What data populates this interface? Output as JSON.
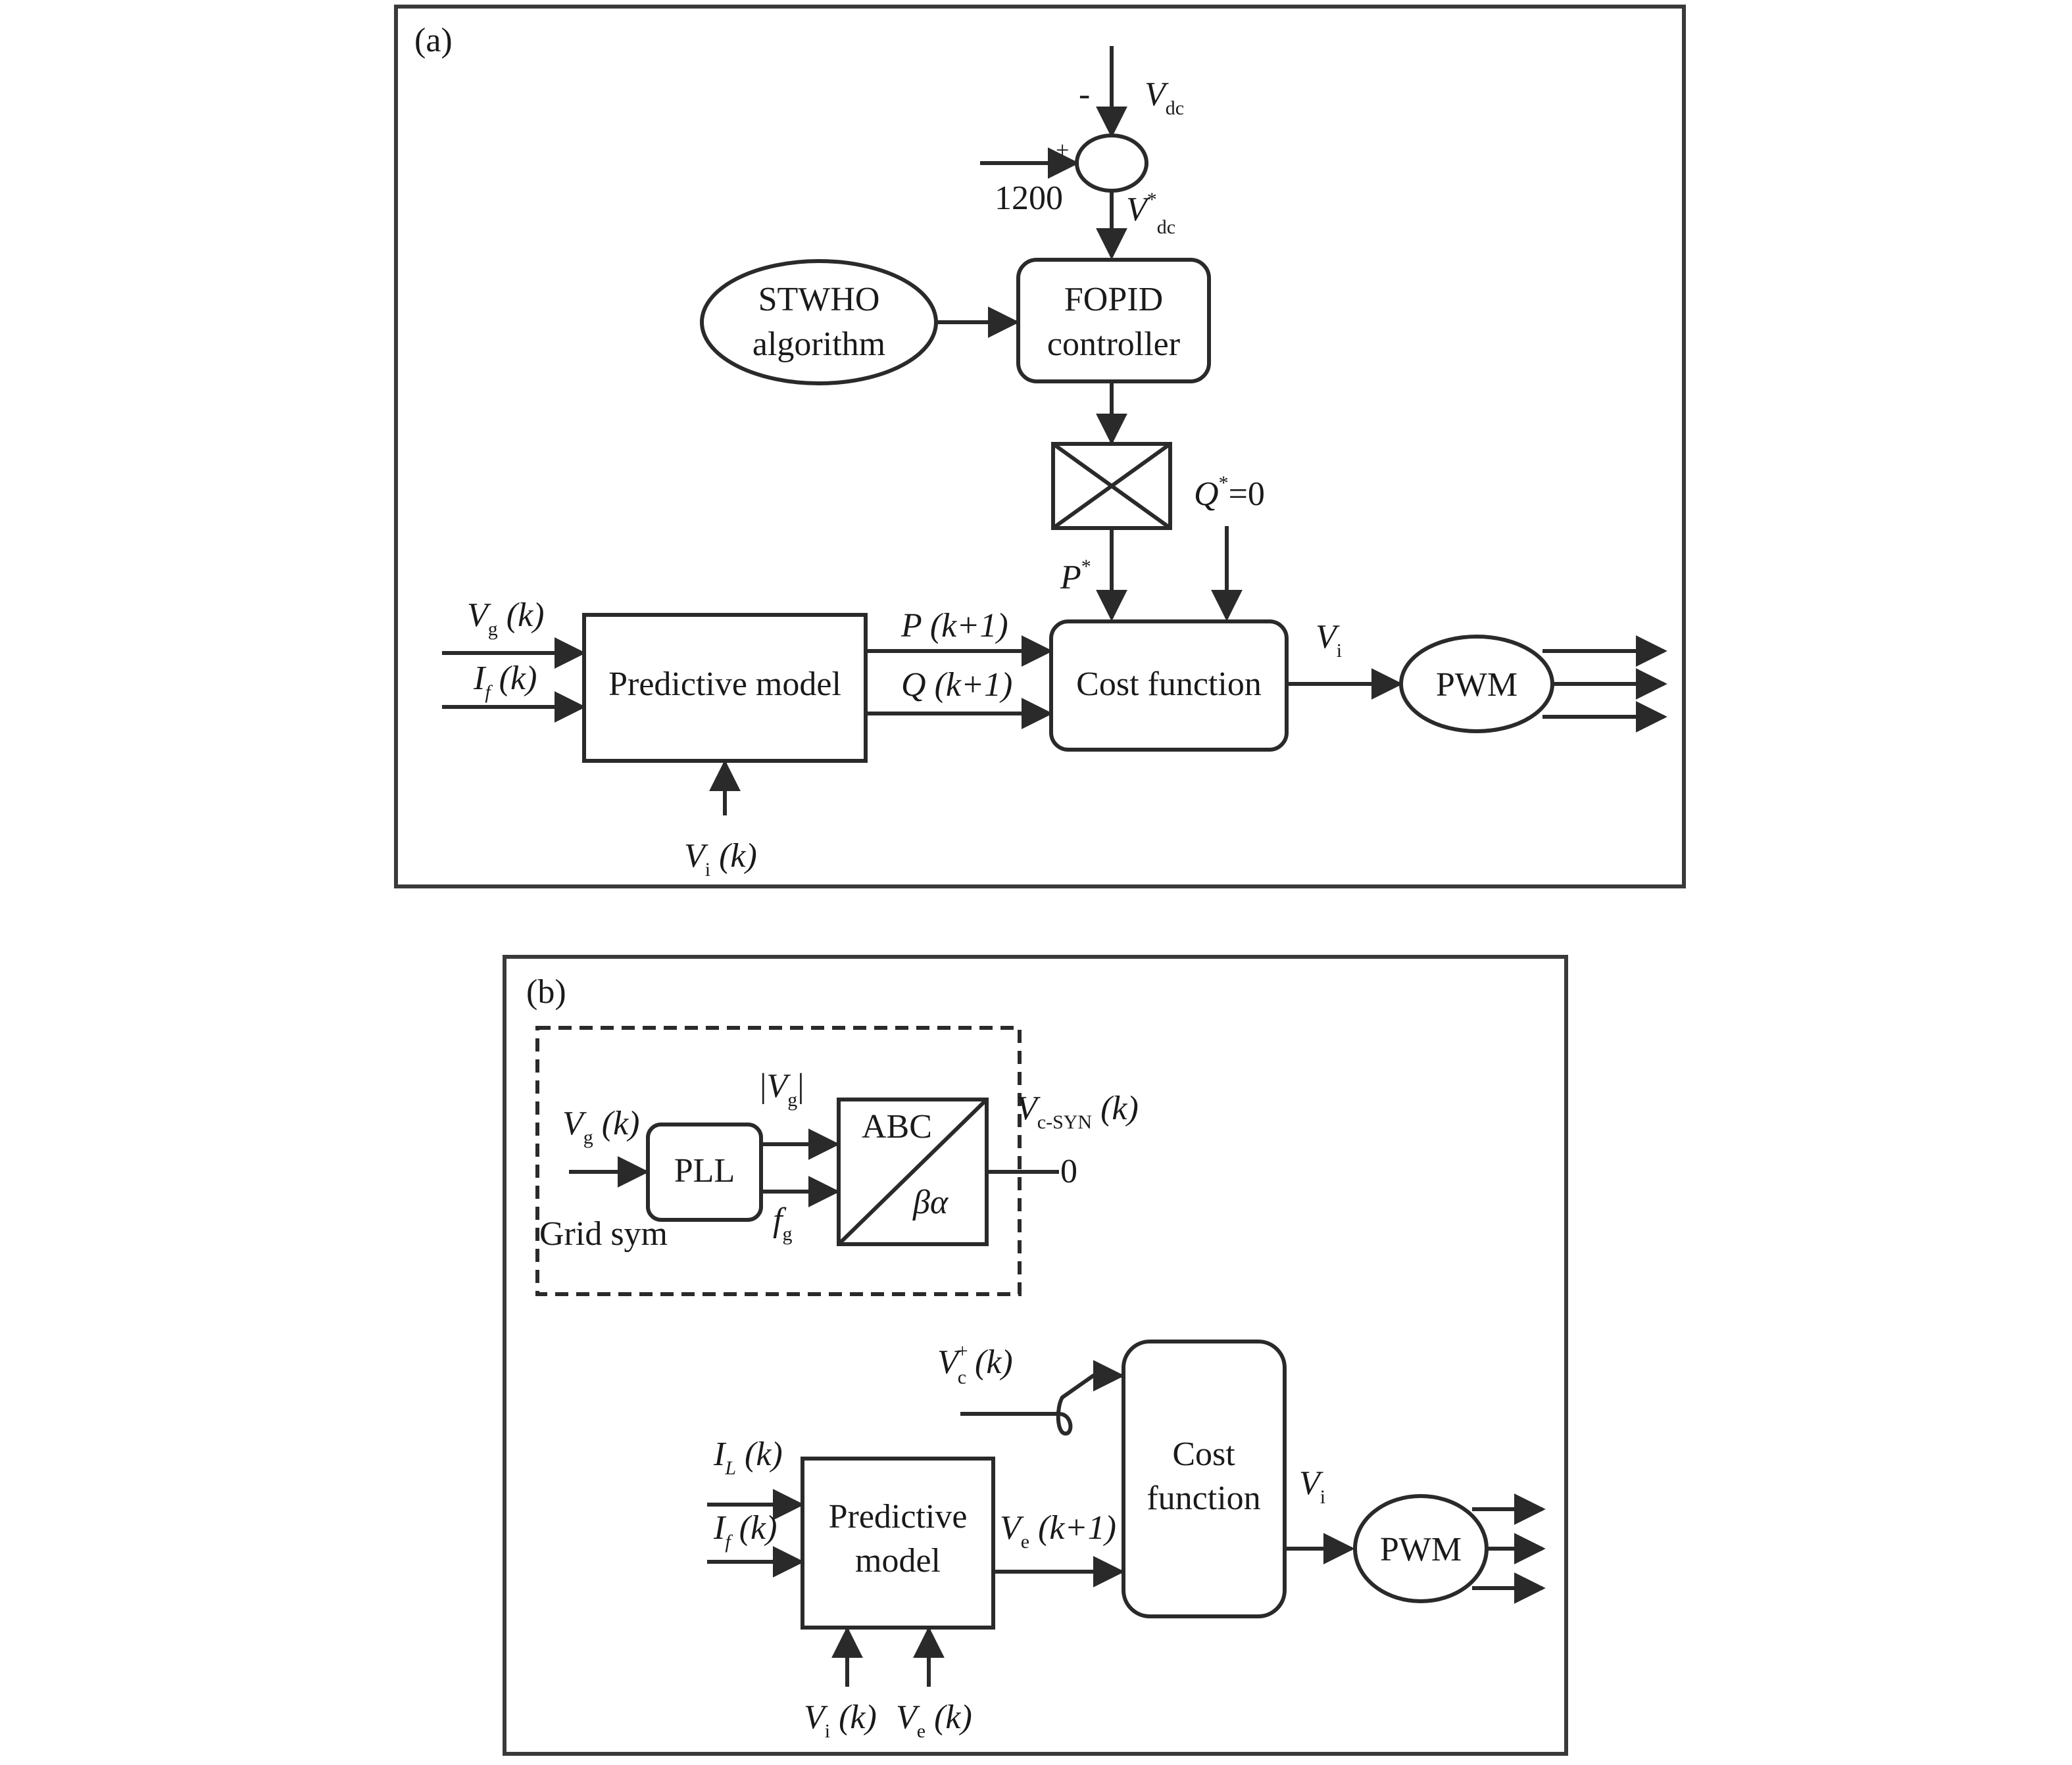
{
  "panel_a": {
    "label": "(a)",
    "vdc_sign": "-",
    "ref_sign": "+",
    "ref_value": "1200",
    "vdc": {
      "v": "V",
      "sub": "dc"
    },
    "vdc_ref": {
      "v": "V",
      "sup": "*",
      "sub": "dc"
    },
    "stwho": [
      "STWHO",
      "algorithm"
    ],
    "fopid": [
      "FOPID",
      "controller"
    ],
    "q_ref": {
      "q": "Q",
      "sup": "*",
      "rest": "=0"
    },
    "p_ref": {
      "p": "P",
      "sup": "*"
    },
    "in_vg": {
      "v": "V",
      "sub": "g",
      "rest": " (k)"
    },
    "in_if": {
      "v": "I",
      "sub": "f",
      "rest": " (k)"
    },
    "pred": "Predictive model",
    "vi_k": {
      "v": "V",
      "sub": "i",
      "rest": " (k)"
    },
    "p_next": {
      "p": "P",
      "rest": " (k+1)"
    },
    "q_next": {
      "q": "Q",
      "rest": " (k+1)"
    },
    "cost": "Cost function",
    "vi": {
      "v": "V",
      "sub": "i"
    },
    "pwm": "PWM"
  },
  "panel_b": {
    "label": "(b)",
    "vg_k": {
      "v": "V",
      "sub": "g",
      "rest": " (k)"
    },
    "pll": "PLL",
    "vg_abs": {
      "pre": "|",
      "v": "V",
      "sub": "g",
      "post": "|"
    },
    "fg": {
      "v": "f",
      "sub": "g"
    },
    "abc": "ABC",
    "beta_alpha": "βα",
    "vcsyn": {
      "v": "V",
      "sub": "c-SYN",
      "rest": " (k)"
    },
    "zero": "0",
    "grid_sym": "Grid sym",
    "vc_plus": {
      "v": "V",
      "sub": "c",
      "sup": "+",
      "rest": " (k)"
    },
    "il_k": {
      "v": "I",
      "sub": "L",
      "rest": " (k)"
    },
    "if_k": {
      "v": "I",
      "sub": "f",
      "rest": " (k)"
    },
    "pred": [
      "Predictive",
      "model"
    ],
    "ve_next": {
      "v": "V",
      "sub": "e",
      "rest": " (k+1)"
    },
    "cost": [
      "Cost",
      "function"
    ],
    "vi": {
      "v": "V",
      "sub": "i"
    },
    "pwm": "PWM",
    "vi_k": {
      "v": "V",
      "sub": "i",
      "rest": " (k)"
    },
    "ve_k": {
      "v": "V",
      "sub": "e",
      "rest": " (k)"
    }
  }
}
